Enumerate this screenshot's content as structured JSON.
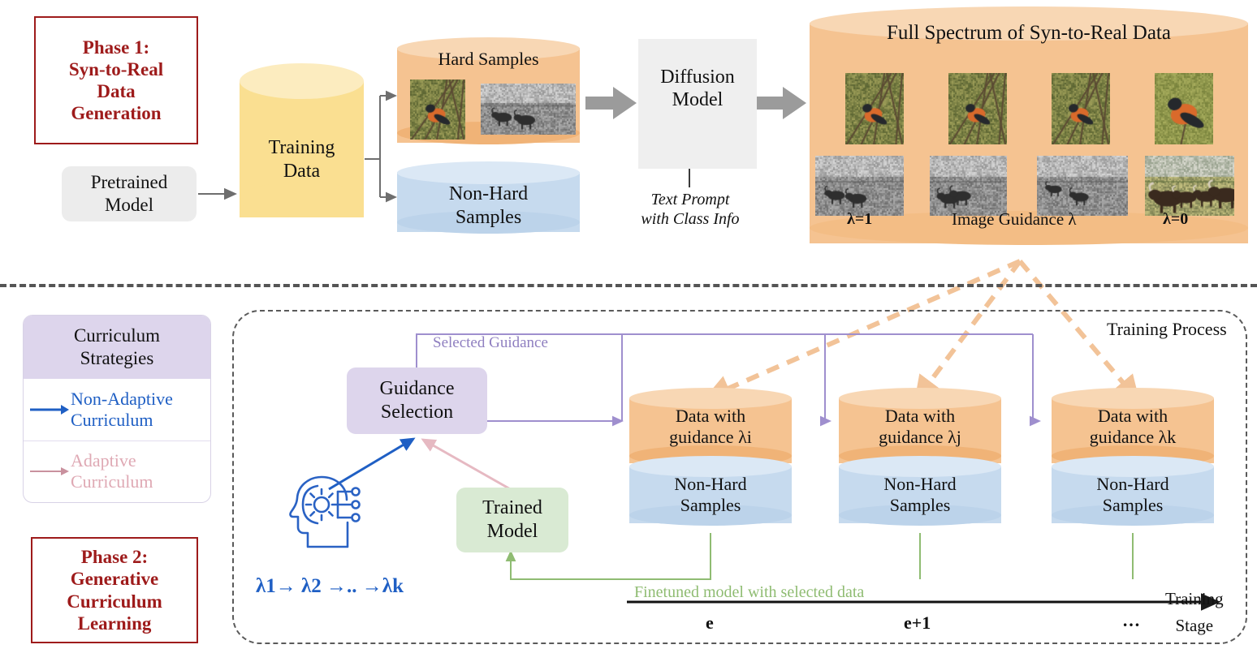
{
  "phase1": {
    "label": "Phase 1:\nSyn-to-Real\nData\nGeneration",
    "pretrained_model": "Pretrained\nModel",
    "training_data": "Training\nData",
    "hard_samples": "Hard Samples",
    "non_hard_samples": "Non-Hard\nSamples",
    "diffusion_model": "Diffusion\nModel",
    "text_prompt": "Text Prompt\nwith Class Info",
    "spectrum_title": "Full Spectrum of Syn-to-Real Data",
    "lambda_left": "λ=1",
    "lambda_axis": "Image Guidance λ",
    "lambda_right": "λ=0"
  },
  "phase2": {
    "label": "Phase 2:\nGenerative\nCurriculum\nLearning",
    "legend_title": "Curriculum\nStrategies",
    "legend_items": [
      {
        "label": "Non-Adaptive\nCurriculum",
        "color": "#1f5fc4"
      },
      {
        "label": "Adaptive\nCurriculum",
        "color": "#dfa9b4"
      }
    ],
    "training_process": "Training Process",
    "guidance_selection": "Guidance\nSelection",
    "selected_guidance": "Selected Guidance",
    "trained_model": "Trained\nModel",
    "lambda_sequence": "λ1→ λ2 →.. →λk",
    "finetuned_caption": "Finetuned model with selected data",
    "stages": [
      {
        "data_label": "Data with\nguidance λi",
        "nonhard_label": "Non-Hard\nSamples",
        "axis_tick": "e"
      },
      {
        "data_label": "Data with\nguidance λj",
        "nonhard_label": "Non-Hard\nSamples",
        "axis_tick": "e+1"
      },
      {
        "data_label": "Data with\nguidance λk",
        "nonhard_label": "Non-Hard\nSamples",
        "axis_tick": "…"
      }
    ],
    "axis_label": "Training\nStage"
  },
  "colors": {
    "dark_red": "#9e1b1b",
    "orange": "#f5c391",
    "blue_cyl": "#c6daee",
    "yellow_cyl": "#fadf91",
    "purple": "#ddd5ec",
    "green": "#d9ead3",
    "purple_line": "#9f8fce",
    "green_line": "#8fbc72",
    "orange_dash": "#f5c391",
    "gray_arrow": "#8a8a8a"
  }
}
